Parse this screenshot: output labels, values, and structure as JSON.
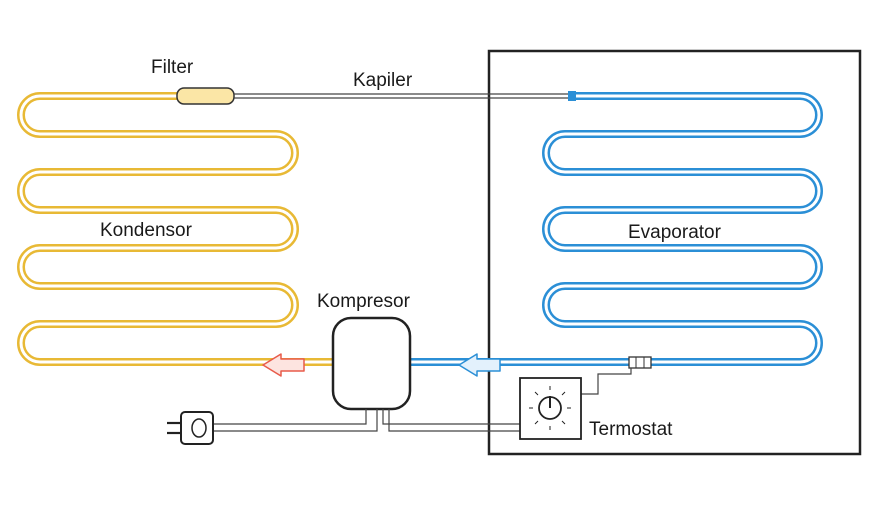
{
  "labels": {
    "filter": "Filter",
    "kapiler": "Kapiler",
    "kondensor": "Kondensor",
    "evaporator": "Evaporator",
    "kompresor": "Kompresor",
    "termostat": "Termostat"
  },
  "colors": {
    "condenser": "#e8b935",
    "evaporator": "#2b8fd6",
    "hot_arrow": "#e85b4a",
    "cold_arrow": "#2b8fd6",
    "outline": "#333333",
    "pipe_light": "#ffffff"
  },
  "icons": {
    "plug": "power-plug-icon",
    "thermostat_dial": "thermostat-dial-icon",
    "flow_hot": "arrow-left-icon",
    "flow_cold": "arrow-left-icon"
  }
}
